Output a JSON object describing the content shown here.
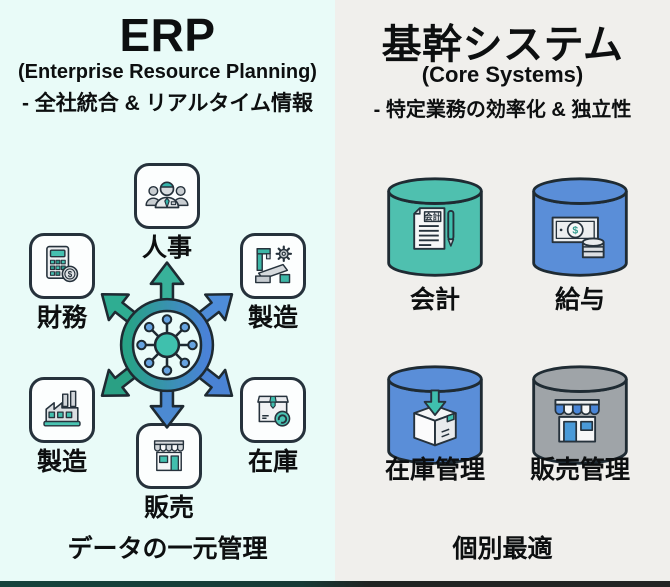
{
  "left_panel": {
    "title": "ERP",
    "subtitle": "(Enterprise Resource Planning)",
    "tagline": "- 全社統合 & リアルタイム情報",
    "footer": "データの一元管理",
    "departments": [
      {
        "label": "人事",
        "icon": "people-icon"
      },
      {
        "label": "財務",
        "icon": "calculator-icon",
        "coin_text": "$"
      },
      {
        "label": "製造",
        "icon": "machine-icon"
      },
      {
        "label": "製造",
        "icon": "factory-icon"
      },
      {
        "label": "在庫",
        "icon": "box-icon"
      },
      {
        "label": "販売",
        "icon": "storefront-icon"
      }
    ]
  },
  "right_panel": {
    "title": "基幹システム",
    "subtitle": "(Core Systems)",
    "tagline": "- 特定業務の効率化 & 独立性",
    "footer": "個別最適",
    "systems": [
      {
        "label": "会計",
        "icon": "ledger-document-icon",
        "color": "#4fc0af",
        "doc_text": "会計"
      },
      {
        "label": "給与",
        "icon": "banknote-coins-icon",
        "color": "#5a8ed8",
        "dollar_text": "$"
      },
      {
        "label": "在庫管理",
        "icon": "box-arrow-icon",
        "color": "#5a8ed8"
      },
      {
        "label": "販売管理",
        "icon": "storefront-blue-icon",
        "color": "#9fa4a8"
      }
    ]
  },
  "colors": {
    "left_background": "#e9fbf8",
    "right_background": "#f0efec",
    "teal": "#3fbfae",
    "blue": "#4a86d8",
    "outline": "#26323c"
  }
}
